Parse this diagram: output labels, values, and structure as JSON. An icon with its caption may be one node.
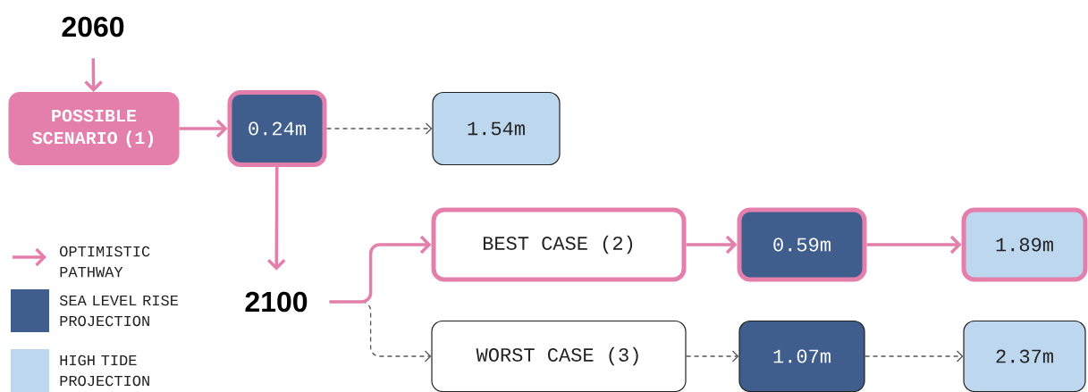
{
  "diagram": {
    "nodes": [
      {
        "text": [
          "2060"
        ]
      },
      {
        "text": [
          "POSSIBLE SCENARIO (1)"
        ]
      },
      {
        "text": [
          "0.24m"
        ]
      },
      {
        "text": [
          "1.54m"
        ]
      },
      {
        "text": [
          "2100"
        ]
      },
      {
        "text": [
          "BEST CASE (2)"
        ]
      },
      {
        "text": [
          "0.59m"
        ]
      },
      {
        "text": [
          "1.89m"
        ]
      },
      {
        "text": [
          "WORST CASE (3)"
        ]
      },
      {
        "text": [
          "1.07m"
        ]
      },
      {
        "text": [
          "2.37m"
        ]
      }
    ],
    "edges": [
      {
        "from": 0,
        "to": 1,
        "arrow": "to"
      },
      {
        "from": 1,
        "to": 2,
        "arrow": "to"
      },
      {
        "from": 2,
        "to": 3,
        "arrow": "to",
        "style": "dashed",
        "color": "#555555"
      },
      {
        "from": 2,
        "to": 4,
        "arrow": "to"
      },
      {
        "from": 4,
        "to": 5,
        "arrow": "to"
      },
      {
        "from": 4,
        "to": 8,
        "arrow": "to",
        "style": "dashed",
        "color": "#555555"
      },
      {
        "from": 5,
        "to": 6,
        "arrow": "to"
      },
      {
        "from": 6,
        "to": 7,
        "arrow": "to"
      },
      {
        "from": 8,
        "to": 9,
        "arrow": "to",
        "style": "dashed",
        "color": "#555555"
      },
      {
        "from": 9,
        "to": 10,
        "arrow": "to",
        "style": "dashed",
        "color": "#555555"
      }
    ],
    "legend": [
      {
        "text": "OPTIMISTIC PATHWAY"
      },
      {
        "text": "SEA LEVEL RISE PROJECTION",
        "color": "#3f5e8e"
      },
      {
        "text": "HIGH TIDE PROJECTION",
        "color": "#bdd7ef"
      }
    ]
  }
}
